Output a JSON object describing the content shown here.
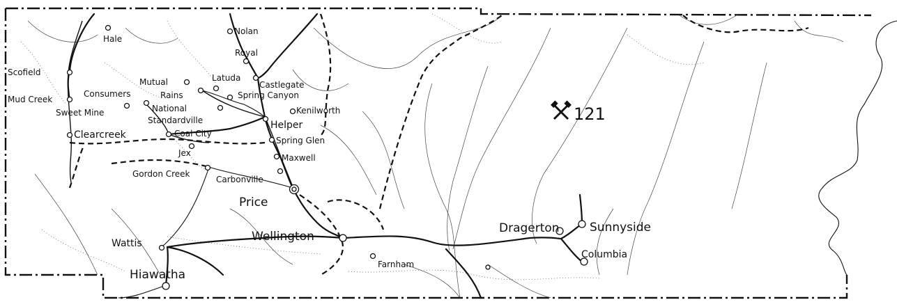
{
  "map": {
    "places": [
      {
        "id": "hale",
        "label": "Hale"
      },
      {
        "id": "nolan",
        "label": "Nolan"
      },
      {
        "id": "royal",
        "label": "Royal"
      },
      {
        "id": "scofield",
        "label": "Scofield"
      },
      {
        "id": "castlegate",
        "label": "Castlegate"
      },
      {
        "id": "mutual",
        "label": "Mutual"
      },
      {
        "id": "latuda",
        "label": "Latuda"
      },
      {
        "id": "rains",
        "label": "Rains"
      },
      {
        "id": "spring-canyon",
        "label": "Spring Canyon"
      },
      {
        "id": "consumers",
        "label": "Consumers"
      },
      {
        "id": "mud-creek",
        "label": "Mud Creek"
      },
      {
        "id": "sweet-mine",
        "label": "Sweet Mine"
      },
      {
        "id": "national",
        "label": "National"
      },
      {
        "id": "kenilworth",
        "label": "Kenilworth"
      },
      {
        "id": "standardville",
        "label": "Standardville"
      },
      {
        "id": "helper",
        "label": "Helper"
      },
      {
        "id": "clearcreek",
        "label": "Clearcreek"
      },
      {
        "id": "coal-city",
        "label": "Coal City"
      },
      {
        "id": "spring-glen",
        "label": "Spring Glen"
      },
      {
        "id": "jex",
        "label": "Jex"
      },
      {
        "id": "maxwell",
        "label": "Maxwell"
      },
      {
        "id": "gordon-creek",
        "label": "Gordon Creek"
      },
      {
        "id": "carbonville",
        "label": "Carbonville"
      },
      {
        "id": "price",
        "label": "Price"
      },
      {
        "id": "dragerton",
        "label": "Dragerton"
      },
      {
        "id": "sunnyside",
        "label": "Sunnyside"
      },
      {
        "id": "wellington",
        "label": "Wellington"
      },
      {
        "id": "wattis",
        "label": "Wattis"
      },
      {
        "id": "columbia",
        "label": "Columbia"
      },
      {
        "id": "farnham",
        "label": "Farnham"
      },
      {
        "id": "hiawatha",
        "label": "Hiawatha"
      }
    ],
    "highway_marker": {
      "icon": "crossed-hammers-icon",
      "label": "121"
    },
    "colors": {
      "ink": "#111111",
      "paper": "#ffffff"
    }
  }
}
